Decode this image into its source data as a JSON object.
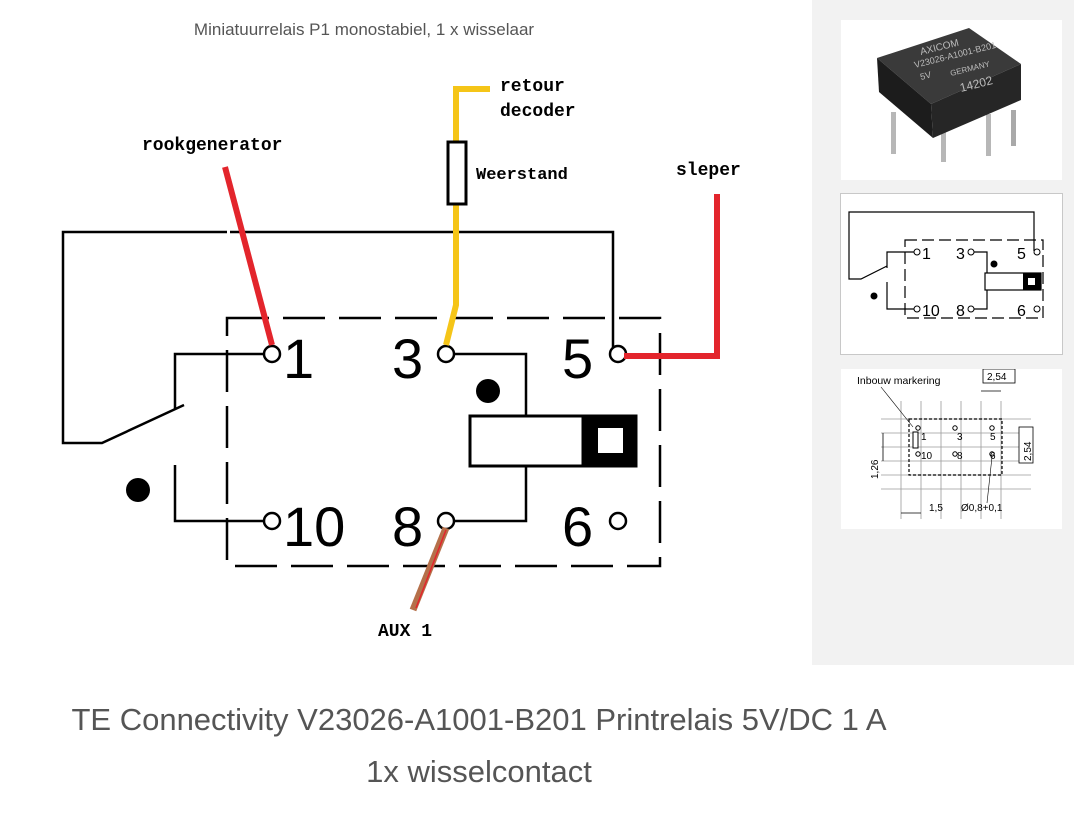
{
  "top_caption": "Miniatuurrelais P1 monostabiel, 1 x wisselaar",
  "annotations": {
    "rookgenerator": "rookgenerator",
    "retour_line1": "retour",
    "retour_line2": "decoder",
    "weerstand": "Weerstand",
    "sleper": "sleper",
    "aux": "AUX 1"
  },
  "pins": {
    "p1": "1",
    "p3": "3",
    "p5": "5",
    "p10": "10",
    "p8": "8",
    "p6": "6"
  },
  "wire_colors": {
    "rookgenerator": "#e3252c",
    "retour": "#f5c518",
    "sleper": "#e3252c",
    "aux": "#b5704a",
    "aux_core": "#e3252c"
  },
  "photo": {
    "brand": "AXICOM",
    "part": "V23026-A1001-B201",
    "voltage": "5V",
    "origin": "GERMANY",
    "code": "14202"
  },
  "footprint": {
    "label": "Inbouw markering",
    "dim_top": "2,54",
    "dim_left": "1,26",
    "dim_right": "2,54",
    "dim_bottom": "1,5",
    "hole": "Ø0,8+0,1"
  },
  "title": {
    "line1": "TE Connectivity V23026-A1001-B201 Printrelais 5V/DC 1 A",
    "line2": "1x wisselcontact"
  }
}
